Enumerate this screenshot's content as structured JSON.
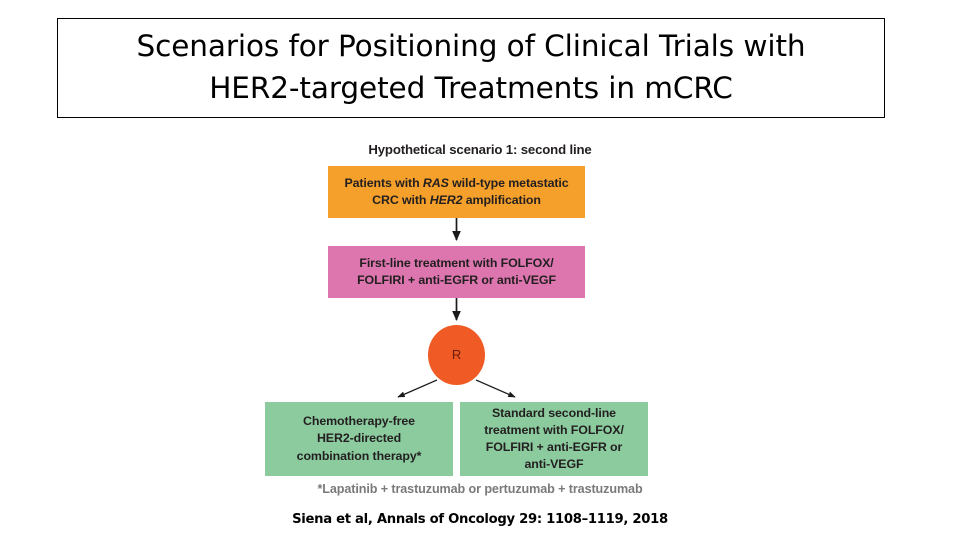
{
  "slide": {
    "title": "Scenarios for Positioning of Clinical Trials with\nHER2-targeted Treatments in mCRC",
    "citation": "Siena et al, Annals of Oncology 29: 1108–1119, 2018"
  },
  "figure": {
    "caption": "Hypothetical scenario 1: second line",
    "footnote": "*Lapatinib + trastuzumab or pertuzumab + trastuzumab",
    "nodes": {
      "population": {
        "line1_pre": "Patients with ",
        "line1_gene": "RAS",
        "line1_post": " wild-type metastatic",
        "line2_pre": "CRC with ",
        "line2_gene": "HER2",
        "line2_post": " amplification",
        "color": "#F5A02A"
      },
      "firstline": {
        "text": "First-line treatment with FOLFOX/\nFOLFIRI + anti-EGFR or anti-VEGF",
        "color": "#DD76AF"
      },
      "randomize": {
        "label": "R",
        "color": "#F05A24"
      },
      "arm_left": {
        "text": "Chemotherapy-free\nHER2-directed\ncombination therapy*",
        "color": "#8BCB9E"
      },
      "arm_right": {
        "text": "Standard second-line\ntreatment with FOLFOX/\nFOLFIRI + anti-EGFR or\nanti-VEGF",
        "color": "#8BCB9E"
      }
    }
  }
}
